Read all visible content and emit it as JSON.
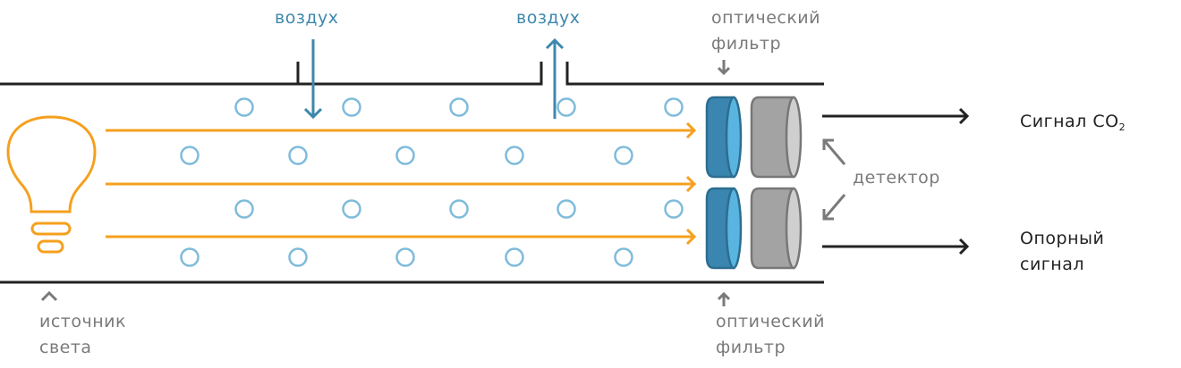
{
  "diagram": {
    "title": "NDIR CO2 sensor principle",
    "labels": {
      "air_in": "воздух",
      "air_out": "воздух",
      "filter_top_line1": "оптический",
      "filter_top_line2": "фильтр",
      "filter_bottom_line1": "оптический",
      "filter_bottom_line2": "фильтр",
      "detector": "детектор",
      "signal_co2_prefix": "Сигнал CO",
      "signal_co2_subscript": "2",
      "reference_signal_line1": "Опорный",
      "reference_signal_line2": "сигнал",
      "light_source_line1": "источник",
      "light_source_line2": "света"
    },
    "components": [
      "light-source-bulb",
      "gas-tube",
      "air-inlet",
      "air-outlet",
      "optical-filter-top",
      "optical-filter-bottom",
      "detector-top",
      "detector-bottom",
      "signal-co2-output",
      "reference-signal-output"
    ],
    "colors": {
      "light": "#f5a01e",
      "air": "#3d88ad",
      "molecule": "#7fbbdb",
      "filter_body": "#3a86b0",
      "filter_face": "#5ab4e0",
      "detector_body": "#a3a3a3",
      "detector_face": "#cfcfcf",
      "tube": "#222222",
      "label_gray": "#7a7a7a"
    }
  }
}
